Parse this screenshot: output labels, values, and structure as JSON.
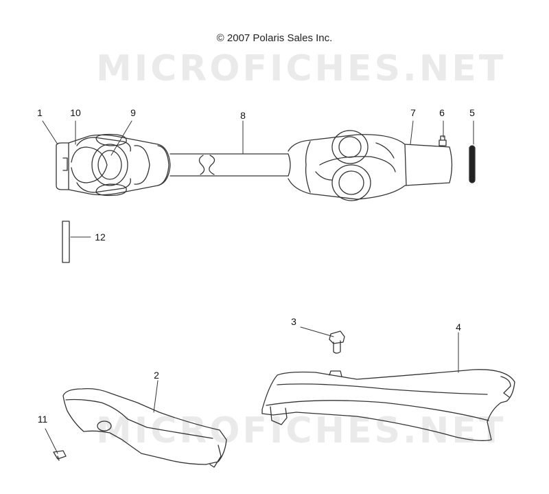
{
  "header": {
    "copyright": "© 2007 Polaris Sales Inc."
  },
  "watermark": {
    "text_top": "MICROFICHES.NET",
    "text_bottom": "MICROFICHES.NET"
  },
  "callouts": [
    "1",
    "10",
    "9",
    "8",
    "7",
    "6",
    "5",
    "12",
    "3",
    "4",
    "2",
    "11"
  ]
}
